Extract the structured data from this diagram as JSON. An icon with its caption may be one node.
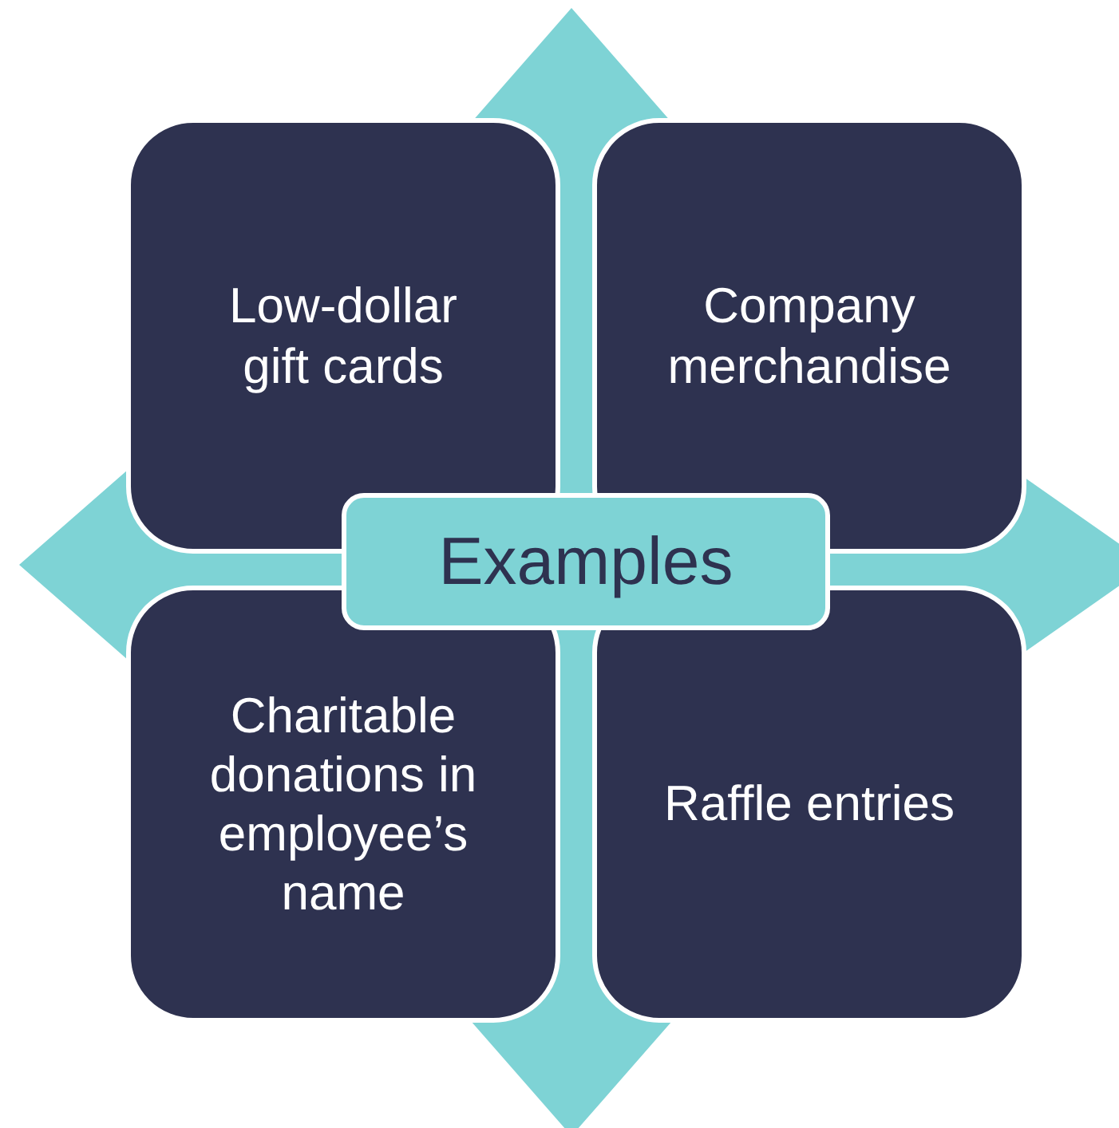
{
  "diagram": {
    "nodes": [
      {
        "text": [
          "Low-dollar gift cards"
        ]
      },
      {
        "text": [
          "Company merchandise"
        ]
      },
      {
        "text": [
          "Examples"
        ]
      },
      {
        "text": [
          "Charitable donations in employee’s name"
        ]
      },
      {
        "text": [
          "Raffle entries"
        ]
      }
    ]
  }
}
